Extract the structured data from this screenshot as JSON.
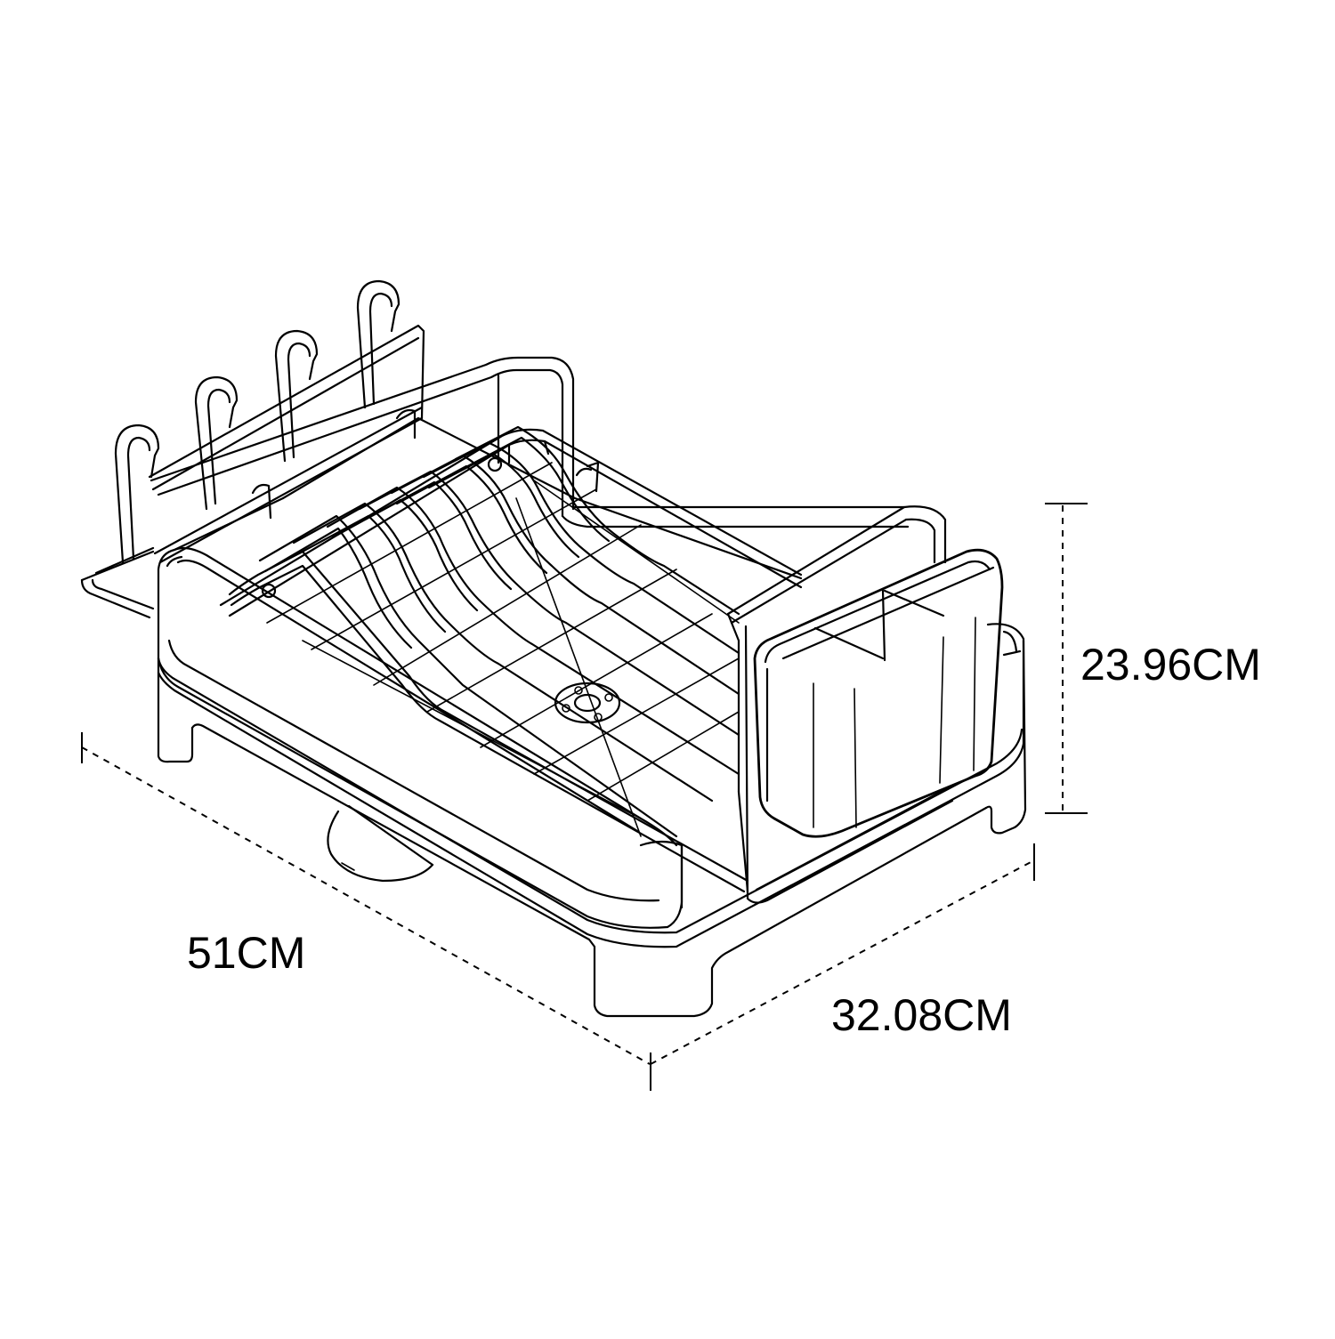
{
  "diagram": {
    "subject": "dish-drying-rack",
    "line_color": "#000000",
    "background_color": "#ffffff"
  },
  "dimensions": {
    "height": {
      "label": "23.96CM"
    },
    "length": {
      "label": "51CM"
    },
    "width": {
      "label": "32.08CM"
    }
  }
}
